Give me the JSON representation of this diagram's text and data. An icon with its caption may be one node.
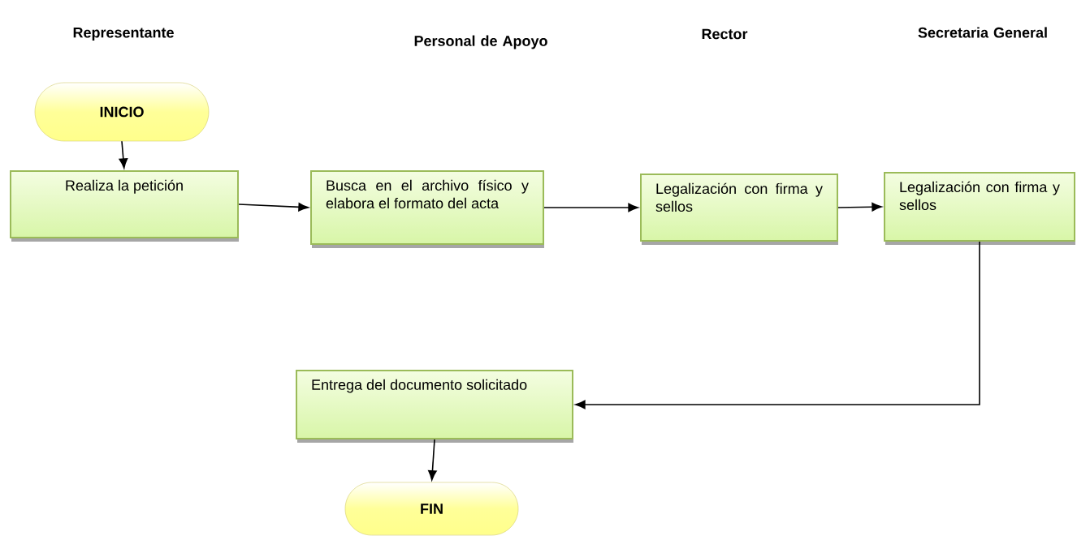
{
  "diagram": {
    "nodes": [
      {
        "text": [
          "INICIO"
        ]
      },
      {
        "text": [
          "Realiza la petición"
        ]
      },
      {
        "text": [
          "Busca en el archivo físico y elabora el formato del acta"
        ]
      },
      {
        "text": [
          "Legalización con firma y sellos"
        ]
      },
      {
        "text": [
          "Legalización con firma y sellos"
        ]
      },
      {
        "text": [
          "Entrega del documento solicitado"
        ]
      },
      {
        "text": [
          "FIN"
        ]
      }
    ],
    "edges": [
      {
        "from": 0,
        "to": 1,
        "arrow": "to"
      },
      {
        "from": 1,
        "to": 2,
        "arrow": "to"
      },
      {
        "from": 2,
        "to": 3,
        "arrow": "to"
      },
      {
        "from": 3,
        "to": 4,
        "arrow": "to"
      },
      {
        "from": 4,
        "to": 5,
        "arrow": "to"
      },
      {
        "from": 5,
        "to": 6,
        "arrow": "to"
      }
    ],
    "labels": [
      "Representante",
      "Personal de Apoyo",
      "Rector",
      "Secretaria General"
    ]
  }
}
